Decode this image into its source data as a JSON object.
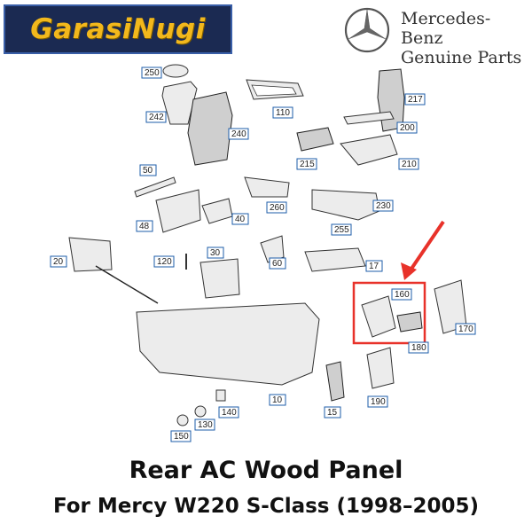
{
  "brand": {
    "logo_text": "GarasiNugi"
  },
  "mercedes": {
    "line1": "Mercedes-Benz",
    "line2": "Genuine Parts"
  },
  "callouts": [
    "250",
    "242",
    "240",
    "110",
    "217",
    "200",
    "215",
    "210",
    "50",
    "48",
    "40",
    "260",
    "230",
    "255",
    "20",
    "120",
    "30",
    "60",
    "17",
    "160",
    "170",
    "180",
    "190",
    "10",
    "15",
    "140",
    "130",
    "150"
  ],
  "highlight": {
    "color": "#e8322a"
  },
  "product": {
    "title": "Rear AC Wood Panel",
    "subtitle": "For Mercy W220 S-Class (1998–2005)"
  }
}
